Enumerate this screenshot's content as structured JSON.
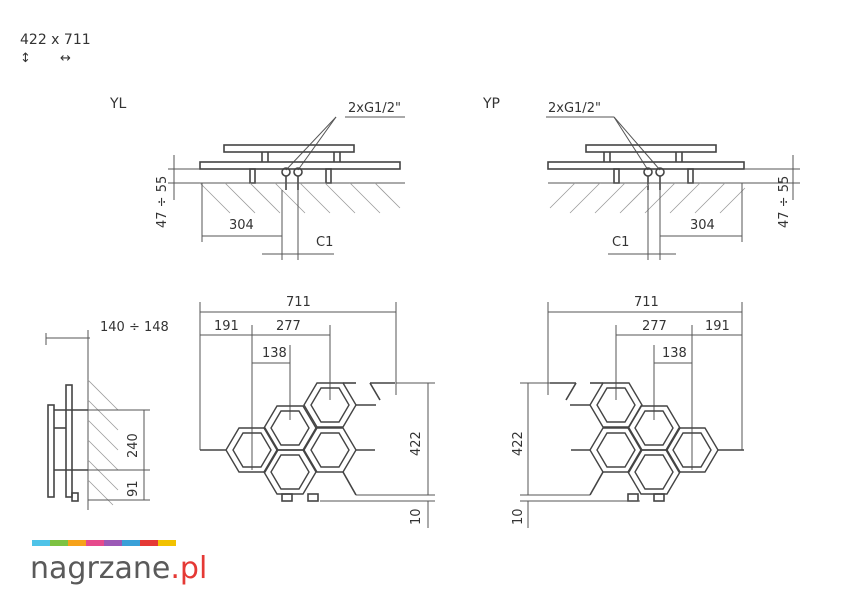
{
  "header": {
    "size": "422 x 711",
    "arrow_vertical": "↕",
    "arrow_horizontal": "↔"
  },
  "views": {
    "left_label": "YL",
    "right_label": "YP",
    "connection": "2xG1/2\""
  },
  "dimensions": {
    "depth_wall": "47 ÷ 55",
    "offset_304": "304",
    "c1": "C1",
    "side_depth": "140 ÷ 148",
    "spacing_240": "240",
    "spacing_91": "91",
    "width_711": "711",
    "dim_191": "191",
    "dim_277": "277",
    "dim_138": "138",
    "height_422": "422",
    "gap_10": "10"
  },
  "logo": {
    "text_a": "nagrzane",
    "text_b": ".pl",
    "colors": [
      "#4fc3e8",
      "#7dc242",
      "#f6a21a",
      "#e64a8c",
      "#9b59b6",
      "#3aa0d8",
      "#e53935",
      "#f2c200"
    ]
  }
}
